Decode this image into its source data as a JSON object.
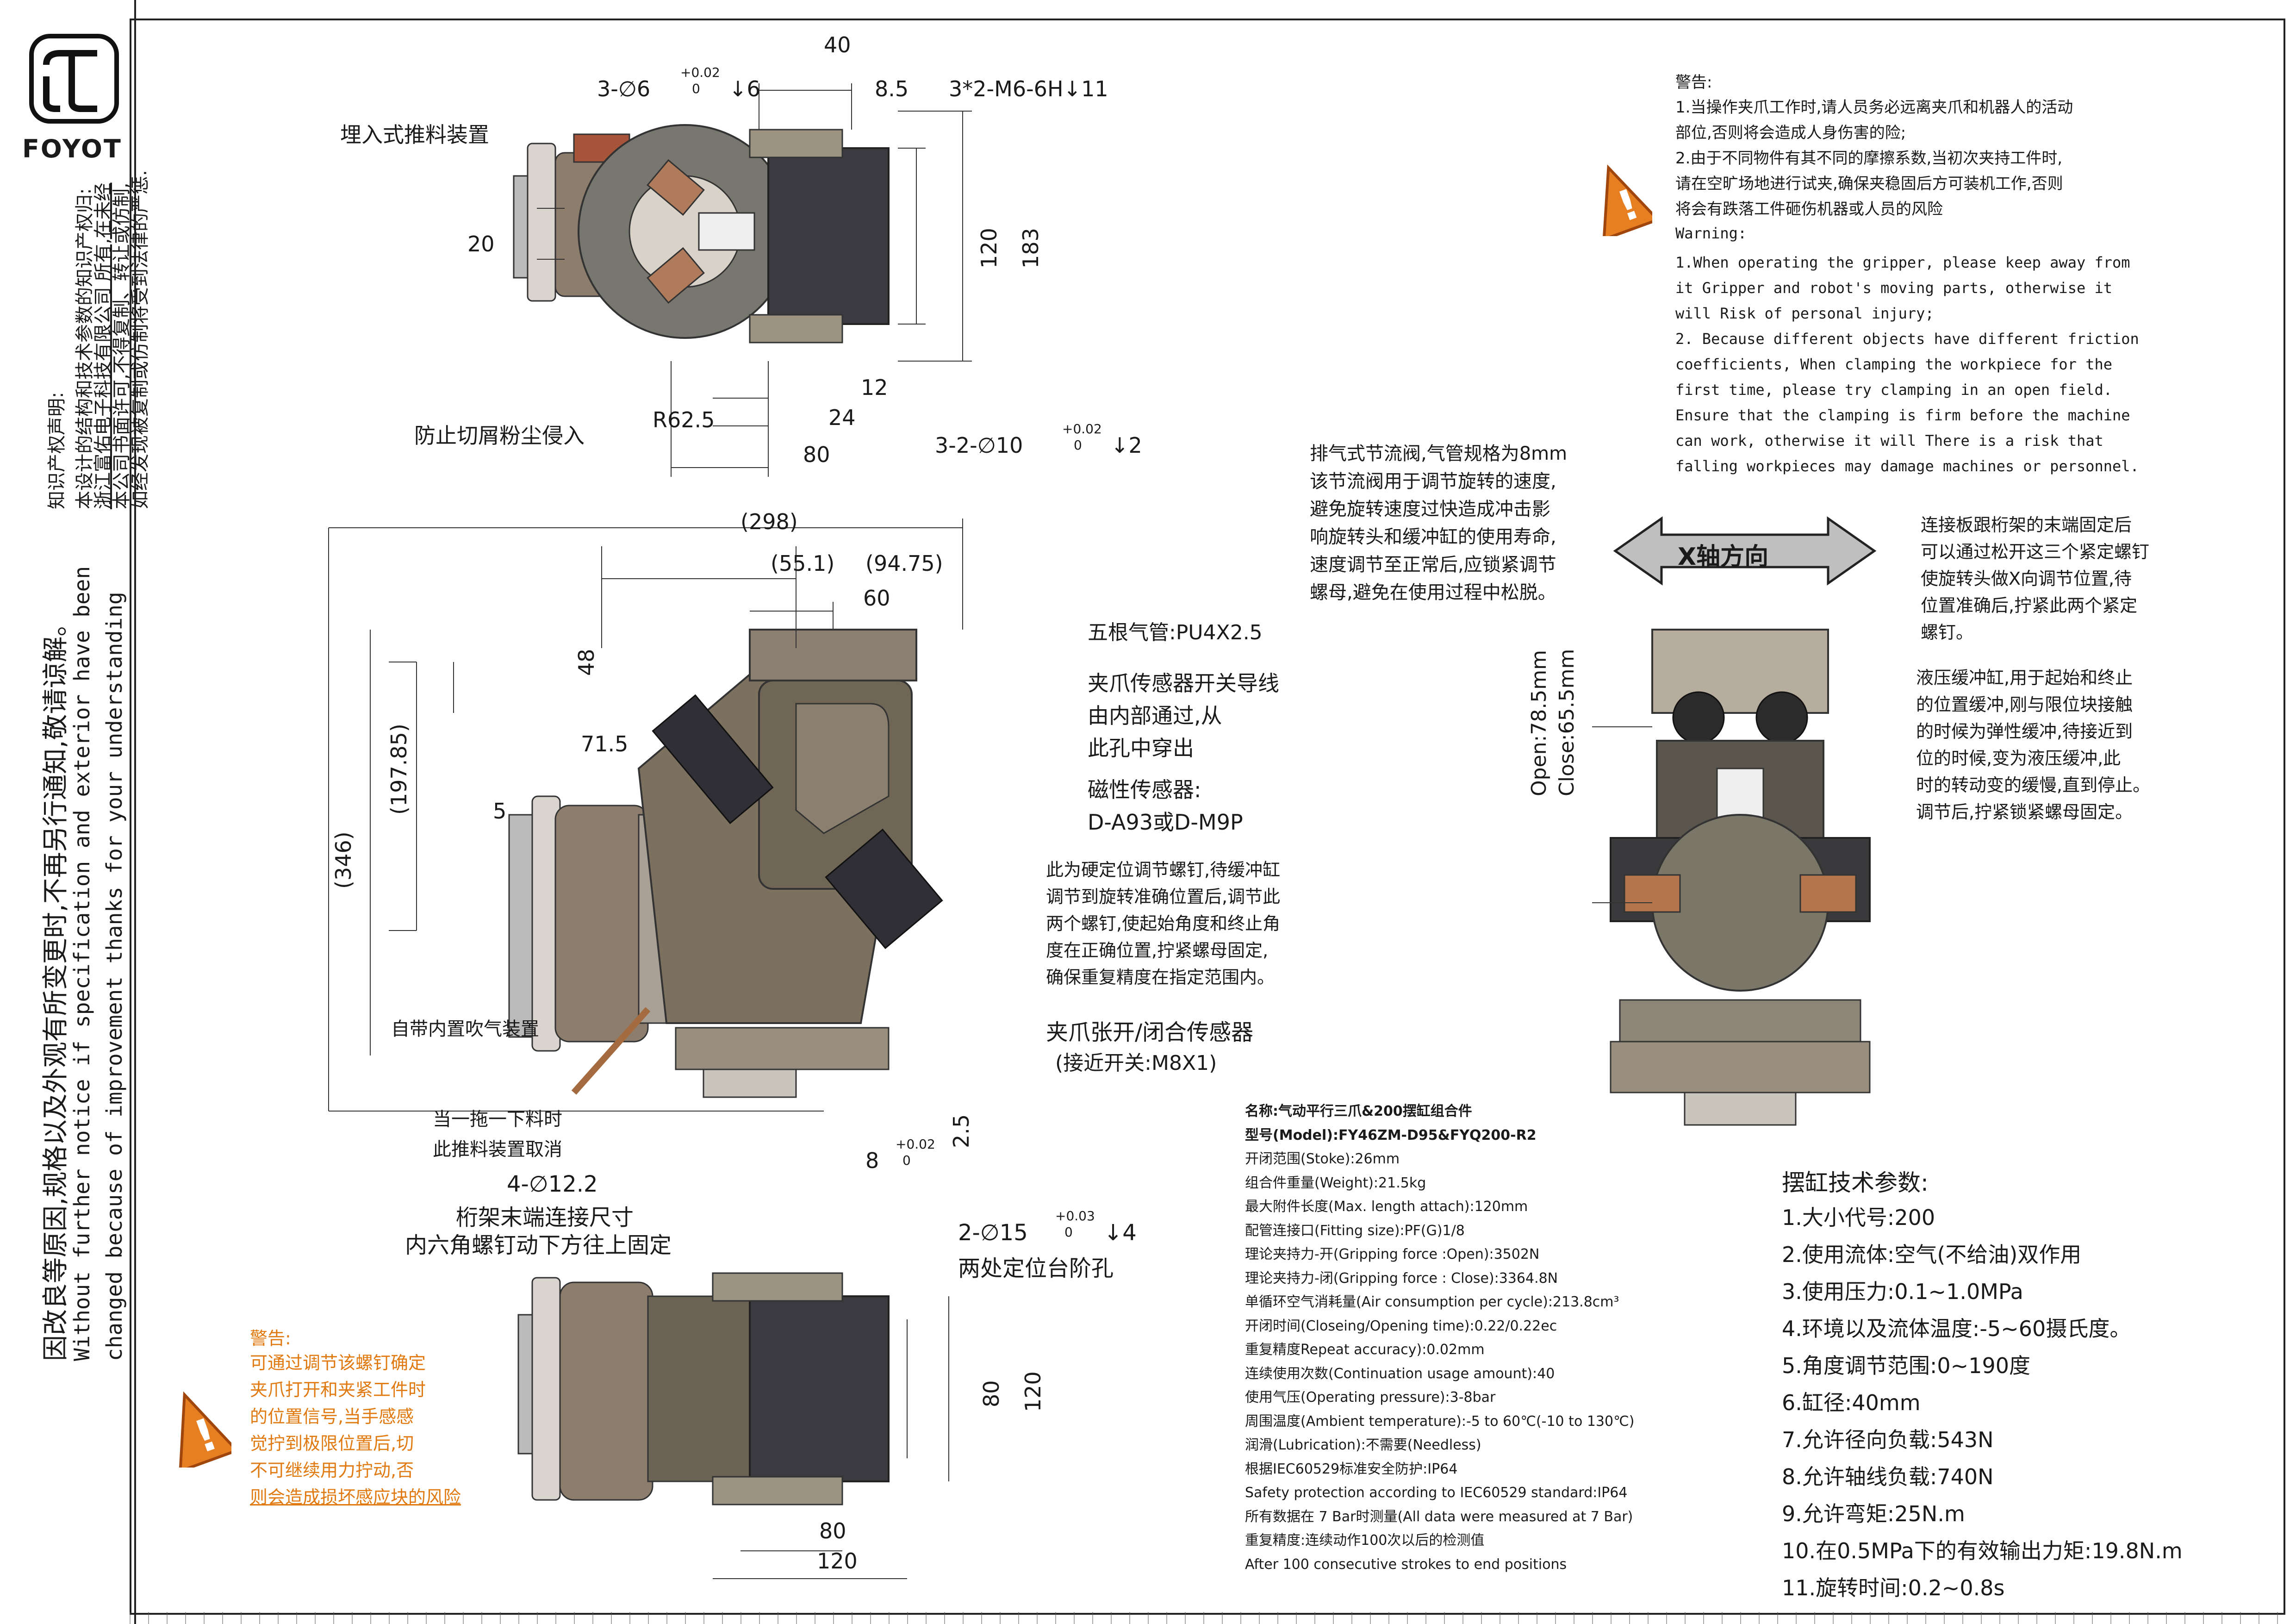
{
  "brand": {
    "name": "FOYOT"
  },
  "copyright": {
    "title": "知识产权声明:",
    "lines": [
      "本设计的结构和技术参数的知识产权归:",
      "浙江富佑电子科技有限公司 所有,在未经",
      "本公司书面许可,不得复制、转让或仿制,",
      "如经发现被复制或仿制将受到法律的严惩."
    ]
  },
  "notice": {
    "cn": "因改良等原因,规格以及外观有所变更时,不再另行通知,敬请谅解。",
    "en1": "Without further  notice if specification and exterior have been",
    "en2": "changed because of improvement thanks for your understanding"
  },
  "warning_top": {
    "title": "警告:",
    "cn_lines": [
      "1.当操作夹爪工作时,请人员务必远离夹爪和机器人的活动",
      "部位,否则将会造成人身伤害的险;",
      "2.由于不同物件有其不同的摩擦系数,当初次夹持工件时,",
      "请在空旷场地进行试夹,确保夹稳固后方可装机工作,否则",
      "将会有跌落工件砸伤机器或人员的风险"
    ],
    "en_title": "Warning:",
    "en_lines": [
      "1.When operating the gripper, please keep away from",
      "it Gripper and robot's moving parts, otherwise it",
      "will Risk of personal injury;",
      "2. Because different objects have different friction",
      "coefficients, When clamping the workpiece for the",
      "first time, please try clamping in an open field.",
      "Ensure that the clamping is firm before the machine",
      "can work, otherwise it will There is a risk that",
      "falling workpieces may damage machines or personnel."
    ]
  },
  "top_view": {
    "d40": "40",
    "d8_5": "8.5",
    "d6": "3-∅6",
    "d6_tol_up": "+0.02",
    "d6_tol_lo": "0",
    "d6_depth": "↓6",
    "m6": "3*2-M6-6H↓11",
    "d20": "20",
    "d120": "120",
    "d183": "183",
    "d12": "12",
    "d24": "24",
    "d80": "80",
    "r62": "R62.5",
    "d10": "3-2-∅10",
    "d10_tol_up": "+0.02",
    "d10_tol_lo": "0",
    "d10_depth": "↓2",
    "label_push": "埋入式推料装置",
    "label_dust": "防止切屑粉尘侵入"
  },
  "front_view": {
    "d298": "(298)",
    "d55": "(55.1)",
    "d94": "(94.75)",
    "d60": "60",
    "d48": "48",
    "d197": "(197.85)",
    "d71": "71.5",
    "d5": "5",
    "d346": "(346)",
    "d2_5": "2.5",
    "d8": "8",
    "d8_tol_up": "+0.02",
    "d8_tol_lo": "0",
    "label_tubes": "五根气管:PU4X2.5",
    "label_wire1": "夹爪传感器开关导线",
    "label_wire2": "由内部通过,从",
    "label_wire3": "此孔中穿出",
    "label_mag1": "磁性传感器:",
    "label_mag2": "D-A93或D-M9P",
    "label_stop": [
      "此为硬定位调节螺钉,待缓冲缸",
      "调节到旋转准确位置后,调节此",
      "两个螺钉,使起始角度和终止角",
      "度在正确位置,拧紧螺母固定,",
      "确保重复精度在指定范围内。"
    ],
    "label_sensor1": "夹爪张开/闭合传感器",
    "label_sensor2": "(接近开关:M8X1)",
    "label_blow": "自带内置吹气装置",
    "label_drag1": "当一拖一下料时",
    "label_drag2": "此推料装置取消",
    "label_holes": "4-∅12.2",
    "label_truss1": "桁架末端连接尺寸",
    "label_truss2": "内六角螺钉动下方往上固定",
    "label_step": "2-∅15",
    "label_step_tol_up": "+0.03",
    "label_step_tol_lo": "0",
    "label_step_depth": "↓4",
    "label_step2": "两处定位台阶孔"
  },
  "valve_note": [
    "排气式节流阀,气管规格为8mm",
    "该节流阀用于调节旋转的速度,",
    "避免旋转速度过快造成冲击影",
    "响旋转头和缓冲缸的使用寿命,",
    "速度调节至正常后,应锁紧调节",
    "螺母,避免在使用过程中松脱。"
  ],
  "side_view": {
    "arrow_label": "X轴方向",
    "open": "Open:78.5mm",
    "close": "Close:65.5mm",
    "note_plate": [
      "连接板跟桁架的末端固定后",
      "可以通过松开这三个紧定螺钉",
      "使旋转头做X向调节位置,待",
      "位置准确后,拧紧此两个紧定",
      "螺钉。"
    ],
    "note_cyl": [
      "液压缓冲缸,用于起始和终止",
      "的位置缓冲,刚与限位块接触",
      "的时候为弹性缓冲,待接近到",
      "位的时候,变为液压缓冲,此",
      "时的转动变的缓慢,直到停止。",
      "调节后,拧紧锁紧螺母固定。"
    ]
  },
  "bottom_view": {
    "d80v": "80",
    "d120v": "120",
    "d80h": "80",
    "d120h": "120",
    "warn_title": "警告:",
    "warn_lines": [
      "可通过调节该螺钉确定",
      "夹爪打开和夹紧工件时",
      "的位置信号,当手感感",
      "觉拧到极限位置后,切",
      "不可继续用力拧动,否",
      "则会造成损坏感应块的风险"
    ]
  },
  "specs": {
    "lines": [
      "名称:气动平行三爪&200摆缸组合件",
      "型号(Model):FY46ZM-D95&FYQ200-R2",
      "开闭范围(Stoke):26mm",
      "组合件重量(Weight):21.5kg",
      "最大附件长度(Max. length attach):120mm",
      "配管连接口(Fitting size):PF(G)1/8",
      "理论夹持力-开(Gripping force :Open):3502N",
      "理论夹持力-闭(Gripping force : Close):3364.8N",
      "单循环空气消耗量(Air consumption per cycle):213.8cm³",
      "开闭时间(Closeing/Opening time):0.22/0.22ec",
      "重复精度Repeat accuracy):0.02mm",
      "连续使用次数(Continuation usage amount):40",
      "使用气压(Operating pressure):3-8bar",
      "周围温度(Ambient temperature):-5 to 60℃(-10 to 130℃)",
      "润滑(Lubrication):不需要(Needless)",
      "根据IEC60529标准安全防护:IP64",
      "Safety protection according to IEC60529 standard:IP64",
      "所有数据在 7 Bar时测量(All data were measured at 7 Bar)",
      "重复精度:连续动作100次以后的检测值",
      "After 100 consecutive strokes to end positions"
    ]
  },
  "cylinder_specs": {
    "title": "摆缸技术参数:",
    "lines": [
      "1.大小代号:200",
      "2.使用流体:空气(不给油)双作用",
      "3.使用压力:0.1~1.0MPa",
      "4.环境以及流体温度:-5~60摄氏度。",
      "5.角度调节范围:0~190度",
      "6.缸径:40mm",
      "7.允许径向负载:543N",
      "8.允许轴线负载:740N",
      "9.允许弯矩:25N.m",
      "10.在0.5MPa下的有效输出力矩:19.8N.m",
      "11.旋转时间:0.2~0.8s"
    ]
  }
}
